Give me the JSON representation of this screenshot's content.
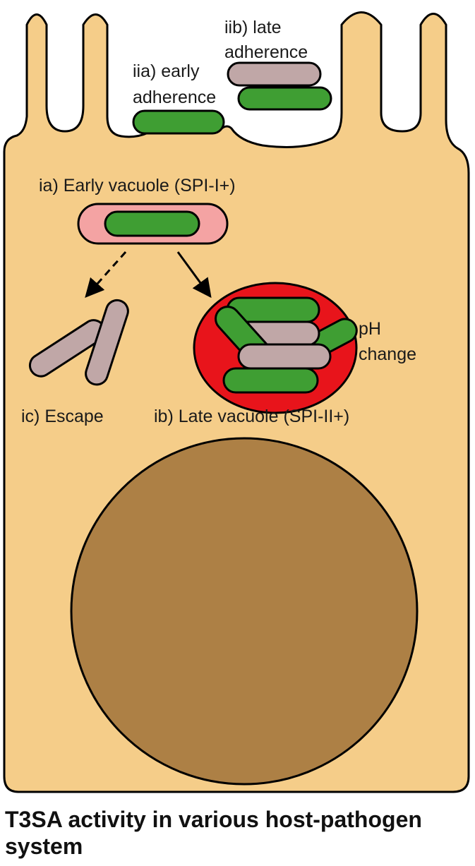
{
  "labels": {
    "late_adherence": [
      "iib) late",
      "adherence"
    ],
    "early_adherence": [
      "iia) early",
      "adherence"
    ],
    "early_vacuole": "ia) Early vacuole (SPI-I+)",
    "ph_change": [
      "pH",
      "change"
    ],
    "escape": "ic) Escape",
    "late_vacuole": "ib) Late vacuole (SPI-II+)"
  },
  "caption": "T3SA activity in various host-pathogen system",
  "colors": {
    "cell": "#f5cd89",
    "nucleus": "#ad8045",
    "bacterium_active": "#3f9e33",
    "bacterium_inactive": "#c0a7a7",
    "early_vacuole": "#f4a3a3",
    "late_vacuole": "#e8141b",
    "outline": "#000000"
  }
}
